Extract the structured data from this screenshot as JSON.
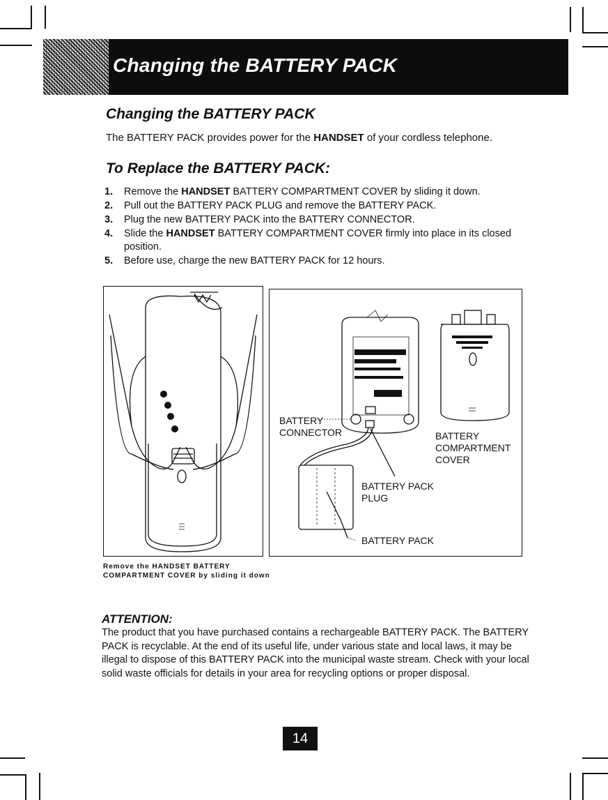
{
  "banner": {
    "title": "Changing the BATTERY PACK"
  },
  "section": {
    "title": "Changing  the BATTERY PACK",
    "intro_pre": "The BATTERY PACK provides power for the ",
    "intro_bold": "HANDSET",
    "intro_post": " of your cordless telephone."
  },
  "replace": {
    "title": "To Replace the BATTERY PACK:",
    "steps": [
      {
        "num": "1.",
        "pre": "Remove the ",
        "bold": "HANDSET",
        "post": " BATTERY COMPARTMENT COVER by sliding it down."
      },
      {
        "num": "2.",
        "pre": "Pull out the BATTERY PACK PLUG and remove the BATTERY PACK.",
        "bold": "",
        "post": ""
      },
      {
        "num": "3.",
        "pre": "Plug the new BATTERY PACK into the BATTERY CONNECTOR.",
        "bold": "",
        "post": ""
      },
      {
        "num": "4.",
        "pre": "Slide the ",
        "bold": "HANDSET",
        "post": " BATTERY COMPARTMENT COVER firmly into place in its closed position."
      },
      {
        "num": "5.",
        "pre": "Before use, charge the new BATTERY PACK for 12 hours.",
        "bold": "",
        "post": ""
      }
    ]
  },
  "figure": {
    "label_connector": "BATTERY\nCONNECTOR",
    "label_compartment": "BATTERY\nCOMPARTMENT\nCOVER",
    "label_plug": "BATTERY PACK\nPLUG",
    "label_pack": "BATTERY PACK",
    "caption_line1": "Remove the HANDSET BATTERY",
    "caption_line2": "COMPARTMENT COVER by sliding it down"
  },
  "attention": {
    "title": "ATTENTION:",
    "body": "The product that you have purchased contains a rechargeable BATTERY PACK. The BATTERY PACK is recyclable. At the end of its useful life, under various state and local laws, it may be illegal to dispose of this BATTERY PACK into the municipal waste stream. Check with your local solid waste officials for details in your area for recycling options or proper disposal."
  },
  "page_number": "14"
}
